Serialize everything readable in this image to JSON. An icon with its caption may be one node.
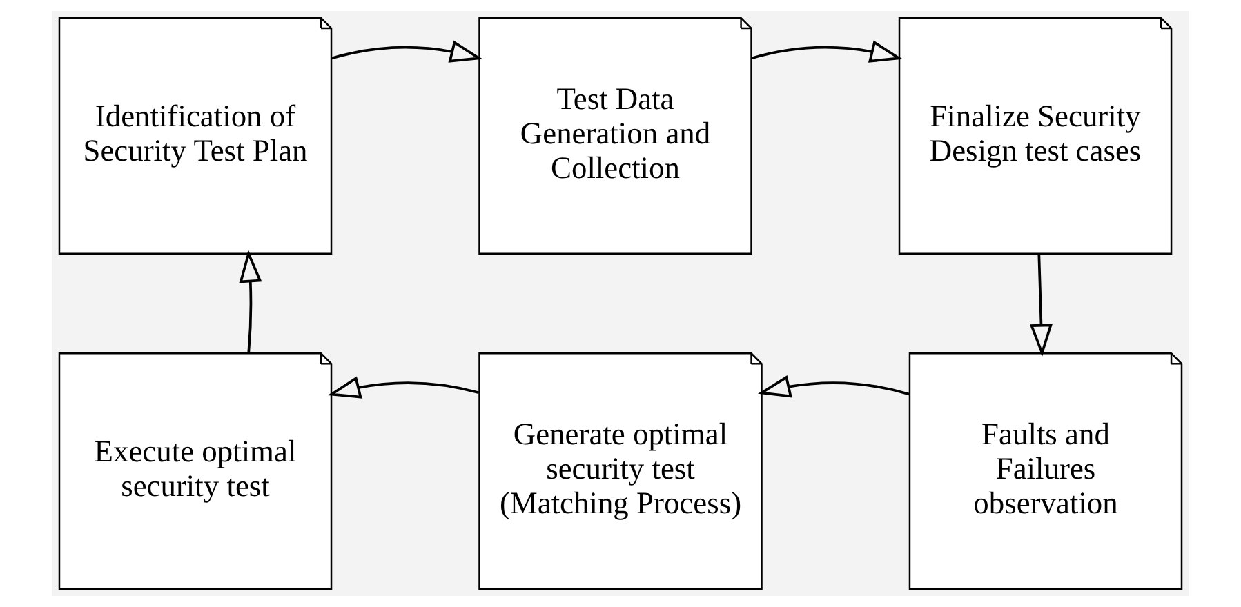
{
  "diagram": {
    "nodes": [
      {
        "text": [
          "Identification of Security Test Plan"
        ]
      },
      {
        "text": [
          "Test Data Generation and Collection"
        ]
      },
      {
        "text": [
          "Finalize Security Design test cases"
        ]
      },
      {
        "text": [
          "Execute optimal security test"
        ]
      },
      {
        "text": [
          "Generate optimal security test (Matching Process)"
        ]
      },
      {
        "text": [
          "Faults and Failures observation"
        ]
      }
    ],
    "edges": [
      {
        "from": 0,
        "to": 1,
        "arrow": "to"
      },
      {
        "from": 1,
        "to": 2,
        "arrow": "to"
      },
      {
        "from": 2,
        "to": 5,
        "arrow": "to"
      },
      {
        "from": 5,
        "to": 4,
        "arrow": "to"
      },
      {
        "from": 4,
        "to": 3,
        "arrow": "to"
      },
      {
        "from": 3,
        "to": 0,
        "arrow": "to"
      }
    ]
  }
}
